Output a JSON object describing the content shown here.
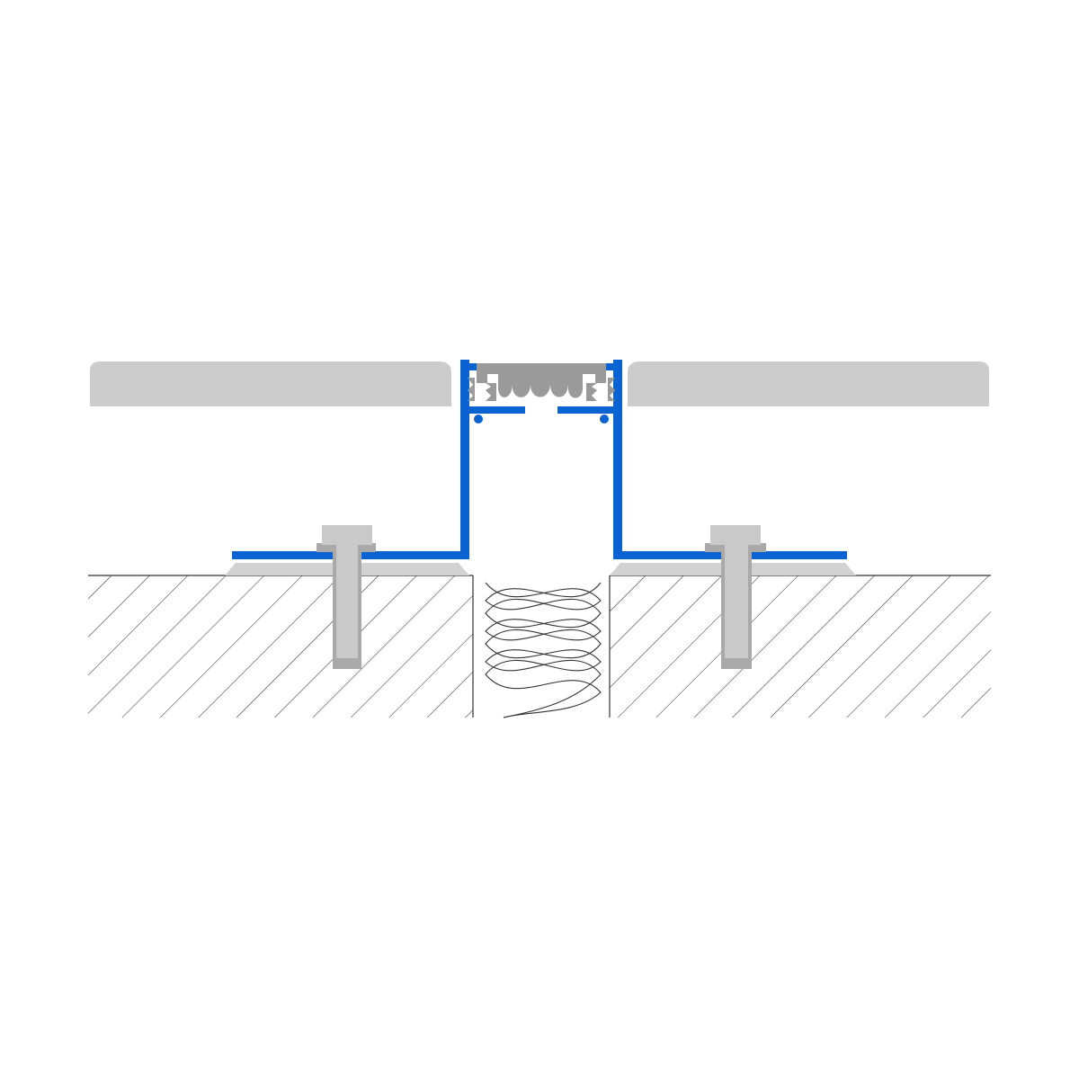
{
  "diagram": {
    "kind": "expansion-joint-cross-section",
    "labels": [],
    "colors": {
      "background": "#ffffff",
      "profile": "#0b63d1",
      "tile": "#cccccc",
      "insert": "#9a9a9a",
      "anchor": "#c9c9c9",
      "anchor_outline": "#a9a9a9",
      "adhesive": "#d2d2d2",
      "hatch": "#333333",
      "foam_outline": "#333333"
    },
    "parts": [
      {
        "name": "tile-left"
      },
      {
        "name": "tile-right"
      },
      {
        "name": "aluminium-profile-left"
      },
      {
        "name": "aluminium-profile-right"
      },
      {
        "name": "rubber-insert"
      },
      {
        "name": "anchor-bolt-left"
      },
      {
        "name": "anchor-bolt-right"
      },
      {
        "name": "adhesive-bed-left"
      },
      {
        "name": "adhesive-bed-right"
      },
      {
        "name": "concrete-substrate-left"
      },
      {
        "name": "concrete-substrate-right"
      },
      {
        "name": "joint-filler-foam"
      }
    ]
  }
}
